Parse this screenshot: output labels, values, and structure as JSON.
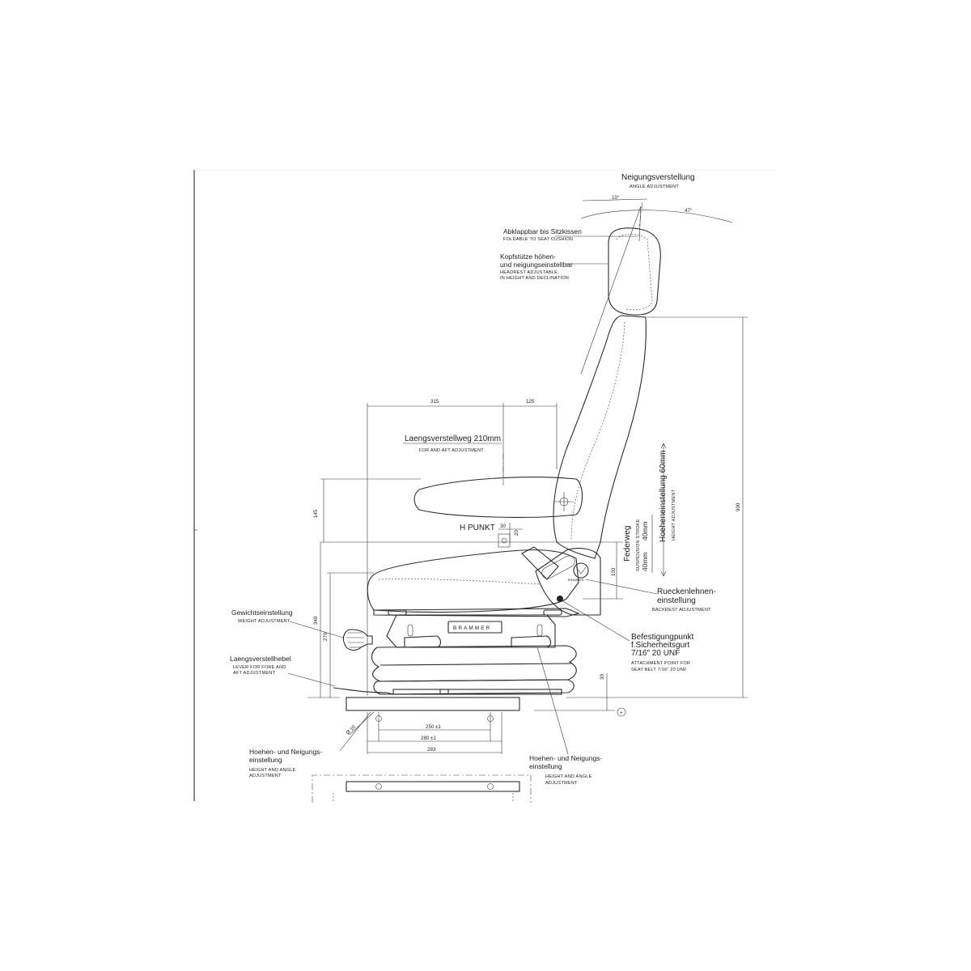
{
  "labels": {
    "neigung": {
      "de": "Neigungsverstellung",
      "en": "ANGLE ADJUSTMENT"
    },
    "angle_10": "10°",
    "angle_47": "47°",
    "abklappbar": {
      "de": "Abklappbar bis Sitzkissen",
      "en": "FOLDABLE TO SEAT CUSHION"
    },
    "kopfstuetze": {
      "de1": "Kopfstütze höhen-",
      "de2": "und neigungseinstellbar",
      "en1": "HEADREST ADJUSTABLE",
      "en2": "IN HEIGHT AND DECLINATION"
    },
    "laengsweg": {
      "de": "Laengsverstellweg 210mm",
      "en": "FOR AND AFT ADJUSTMENT"
    },
    "hpunkt": "H PUNKT",
    "federweg": {
      "de": "Federweg",
      "en": "SUSPENSION STROKE",
      "v1": "40mm",
      "v2": "40mm"
    },
    "hoehe": {
      "de": "Hoeheneinstellung 60mm",
      "en": "HEIGHT ADJUSTMENT"
    },
    "ruecken": {
      "de1": "Rueckenlehnen-",
      "de2": "einstellung",
      "en": "BACKREST ADJUSTMENT"
    },
    "gewicht": {
      "de": "Gewichtseinstellung",
      "en": "WEIGHT ADJUSTMENT"
    },
    "laengshebel": {
      "de": "Laengsverstellhebel",
      "en1": "LEVER FOR FORE AND",
      "en2": "AFT ADJUSTMENT"
    },
    "befestigung": {
      "de1": "Befestigungpunkt",
      "de2": "f.Sicherheitsgurt",
      "de3": "7/16\" 20 UNF",
      "en1": "ATTACHMENT POINT FOR",
      "en2": "SEAT BELT 7/16\" 20 UNF"
    },
    "hoehen_neig_l": {
      "de1": "Hoehen- und Neigungs-",
      "de2": "einstellung",
      "en1": "HEIGHT AND ANGLE",
      "en2": "ADJUSTMENT"
    },
    "hoehen_neig_r": {
      "de1": "Hoehen- und Neigungs-",
      "de2": "einstellung",
      "en1": "HEIGHT AND ANGLE",
      "en2": "ADJUSTMENT"
    },
    "brand": "BRAMMER",
    "brand_small": "BRAMMER"
  },
  "dims": {
    "d315": "315",
    "d125": "125",
    "d145": "145",
    "d30h": "30",
    "d20": "20",
    "d103": "103",
    "d900": "900",
    "d340": "340",
    "d270": "270",
    "d30v": "30",
    "d250": "250 ±1",
    "d280": "280 ±1",
    "d283": "283",
    "hole": "Ø 10",
    "plus": "+"
  }
}
